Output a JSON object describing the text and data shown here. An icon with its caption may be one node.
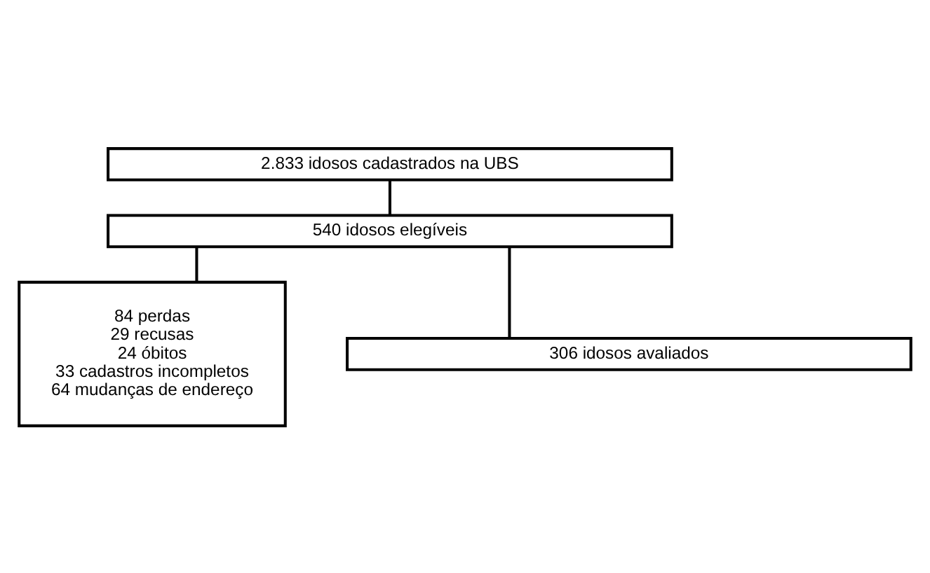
{
  "diagram": {
    "nodes": [
      {
        "text": [
          "2.833 idosos cadastrados na UBS"
        ]
      },
      {
        "text": [
          "540 idosos elegíveis"
        ]
      },
      {
        "text": [
          "84 perdas",
          "29 recusas",
          "24 óbitos",
          "33 cadastros incompletos",
          "64 mudanças de endereço"
        ]
      },
      {
        "text": [
          "306 idosos avaliados"
        ]
      }
    ],
    "edges": [
      {
        "from": 0,
        "to": 1,
        "arrow": "none"
      },
      {
        "from": 1,
        "to": 2,
        "arrow": "none"
      },
      {
        "from": 1,
        "to": 3,
        "arrow": "none"
      }
    ]
  }
}
